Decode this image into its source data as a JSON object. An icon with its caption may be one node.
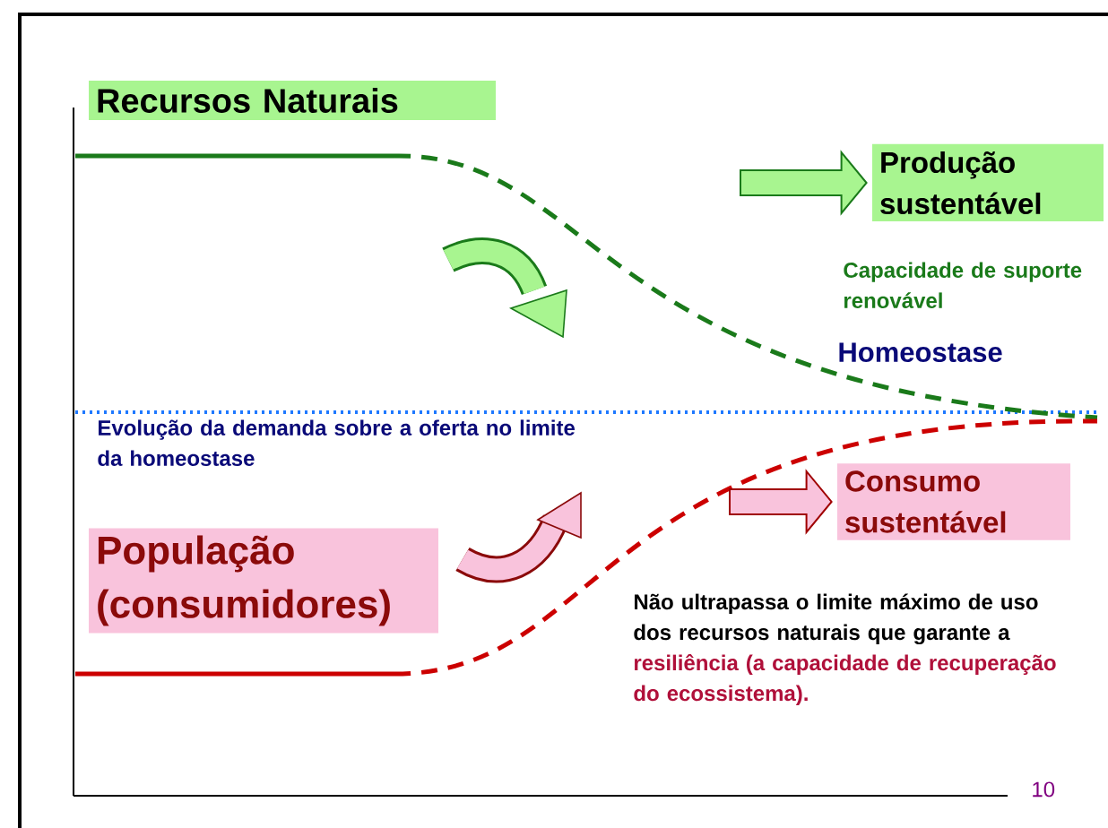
{
  "diagram": {
    "nodes": [
      {
        "text": [
          "Recursos Naturais"
        ]
      },
      {
        "text": [
          "Produção sustentável"
        ]
      },
      {
        "text": [
          "População (consumidores)"
        ]
      },
      {
        "text": [
          "Consumo sustentável"
        ]
      }
    ],
    "edges": [
      {
        "from": null,
        "to": 1,
        "arrow": "to",
        "color": "#1a7a1a"
      },
      {
        "from": null,
        "to": 3,
        "arrow": "to",
        "color": "#a00000"
      }
    ],
    "labels": [
      "Capacidade de suporte renovável",
      "Homeostase",
      "Evolução da demanda sobre a oferta no limite da homeostase",
      "Não ultrapassa o limite máximo de uso dos recursos naturais que garante a",
      "resiliência (a capacidade de recuperação do ecossistema).",
      "10"
    ]
  }
}
